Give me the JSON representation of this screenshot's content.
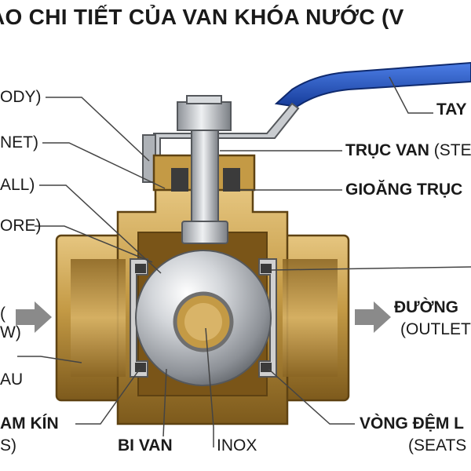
{
  "title": "ẠO CHI TIẾT CỦA VAN KHÓA NƯỚC (V",
  "labels_left": {
    "body": "ODY)",
    "bonnet": "NET)",
    "ball": "ALL)",
    "bore": "ORE)",
    "inlet_a": "(",
    "inlet_b": "W)",
    "thread": "AU",
    "seal_a": "AM KÍN",
    "seal_b": "S)"
  },
  "labels_right": {
    "handle": "TAY",
    "stem_bold": "TRỤC VAN",
    "stem_normal": "(STE",
    "gland": "GIOĂNG TRỤC",
    "outlet_bold": "ĐƯỜNG",
    "outlet_normal": "(OUTLET",
    "seats_bold": "VÒNG ĐỆM L",
    "seats_normal": "(SEATS"
  },
  "labels_bottom": {
    "ball_valve": "BI VAN",
    "inox": "INOX"
  },
  "colors": {
    "brass": "#c49a45",
    "brass_dark": "#8a6523",
    "handle_blue": "#1f4fbf",
    "steel": "#b8bcc2",
    "arrow": "#8a8a8a"
  }
}
